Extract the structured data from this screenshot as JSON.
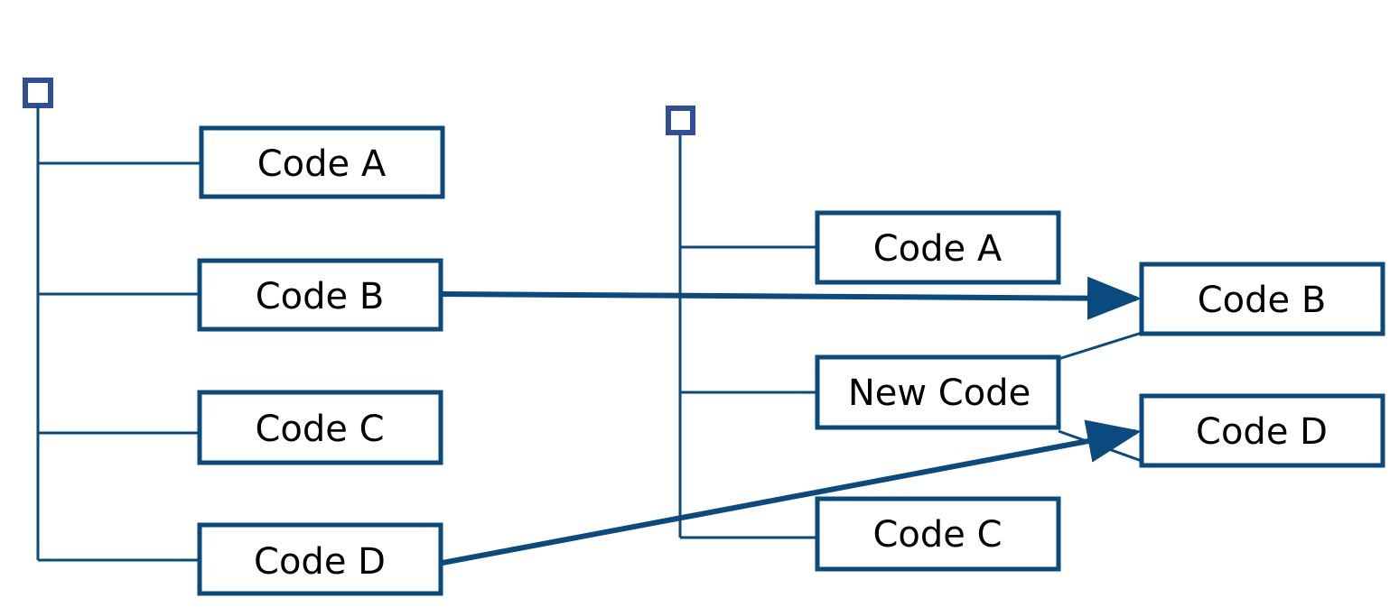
{
  "colors": {
    "line": "#0a4a7e",
    "root_marker": "#2f4f9a",
    "box_fill": "#ffffff",
    "text": "#000000",
    "background": "#ffffff"
  },
  "left_tree": {
    "nodes": [
      {
        "label": "Code A"
      },
      {
        "label": "Code B"
      },
      {
        "label": "Code C"
      },
      {
        "label": "Code D"
      }
    ]
  },
  "right_tree": {
    "nodes": [
      {
        "label": "Code A"
      },
      {
        "label": "New Code"
      },
      {
        "label": "Code C"
      }
    ],
    "children": [
      {
        "label": "Code B"
      },
      {
        "label": "Code D"
      }
    ]
  }
}
